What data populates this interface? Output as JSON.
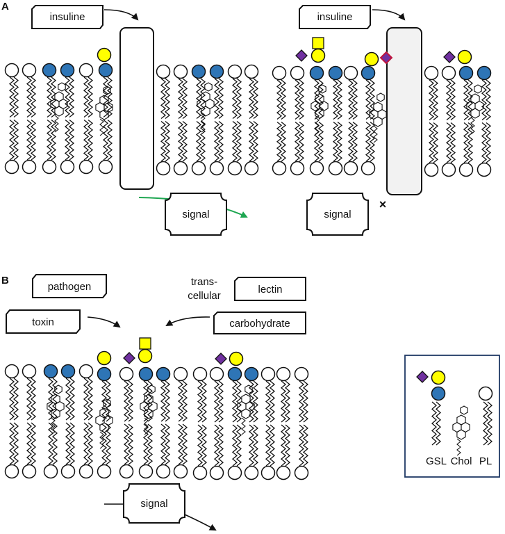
{
  "panel_a": {
    "letter": "A",
    "left": {
      "ligand": "insuline",
      "signal": "signal"
    },
    "right": {
      "ligand": "insuline",
      "signal": "signal",
      "block_mark": "×"
    }
  },
  "panel_b": {
    "letter": "B",
    "boxes": {
      "pathogen": "pathogen",
      "toxin": "toxin",
      "lectin": "lectin",
      "carbohydrate": "carbohydrate"
    },
    "trans_line1": "trans-",
    "trans_line2": "cellular",
    "signal": "signal"
  },
  "legend": {
    "gsl": "GSL",
    "chol": "Chol",
    "pl": "PL"
  },
  "colors": {
    "glucose_blue": "#2e75b6",
    "galactose_yellow": "#ffff00",
    "sialic_purple": "#7030a0",
    "galnac_square_yellow": "#ffff00",
    "activation_arrow": "#1ea651",
    "receptor_highlight": "#c0143c",
    "legend_border": "#1f3864"
  }
}
